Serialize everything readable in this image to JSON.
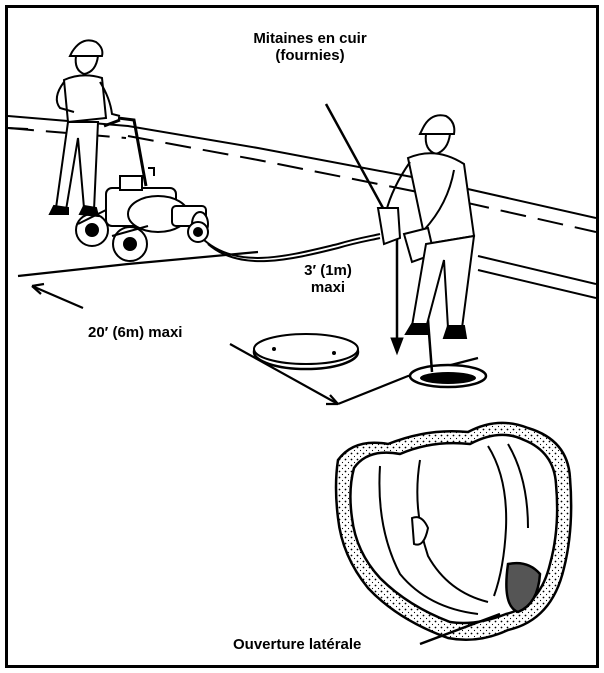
{
  "labels": {
    "gloves_line1": "Mitaines en cuir",
    "gloves_line2": "(fournies)",
    "depth_line1": "3′ (1m)",
    "depth_line2": "maxi",
    "distance": "20′ (6m) maxi",
    "lateral_opening": "Ouverture latérale"
  },
  "colors": {
    "ink": "#000000",
    "paper": "#ffffff",
    "shade": "#555555"
  }
}
